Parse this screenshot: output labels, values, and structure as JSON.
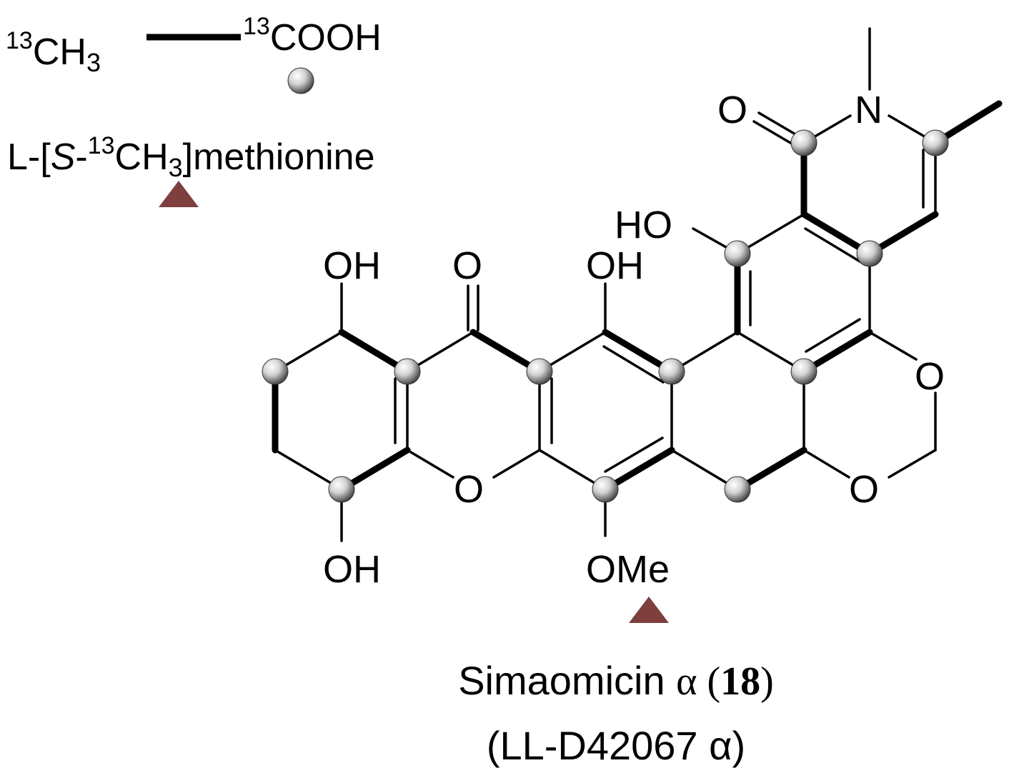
{
  "legend": {
    "acetate": {
      "left_iso": "13",
      "left_group": "CH",
      "left_sub": "3",
      "right_iso": "13",
      "right_group": "COOH"
    },
    "methionine": {
      "prefix": "L-[",
      "s_label": "S",
      "dash": "-",
      "iso": "13",
      "group": "CH",
      "sub": "3",
      "suffix": "]methionine"
    }
  },
  "atoms": {
    "ho_left_top": "OH",
    "o_keto": "O",
    "oh_mid_top": "OH",
    "ho_right": "HO",
    "o_amide": "O",
    "n_ring": "N",
    "o_ring_right_top": "O",
    "o_ring_right_bottom": "O",
    "o_xanthone": "O",
    "oh_bottom": "OH",
    "ome_bottom": "OMe"
  },
  "compound": {
    "name_text": "Simaomicin ",
    "alpha": "α",
    "paren_open": " (",
    "number": "18",
    "paren_close": ")",
    "alt_name": "(LL-D42067 α)"
  },
  "colors": {
    "acetate_marker": "#d8d8d8",
    "methyl_marker": "#7e3f3f",
    "bond": "#000000"
  }
}
